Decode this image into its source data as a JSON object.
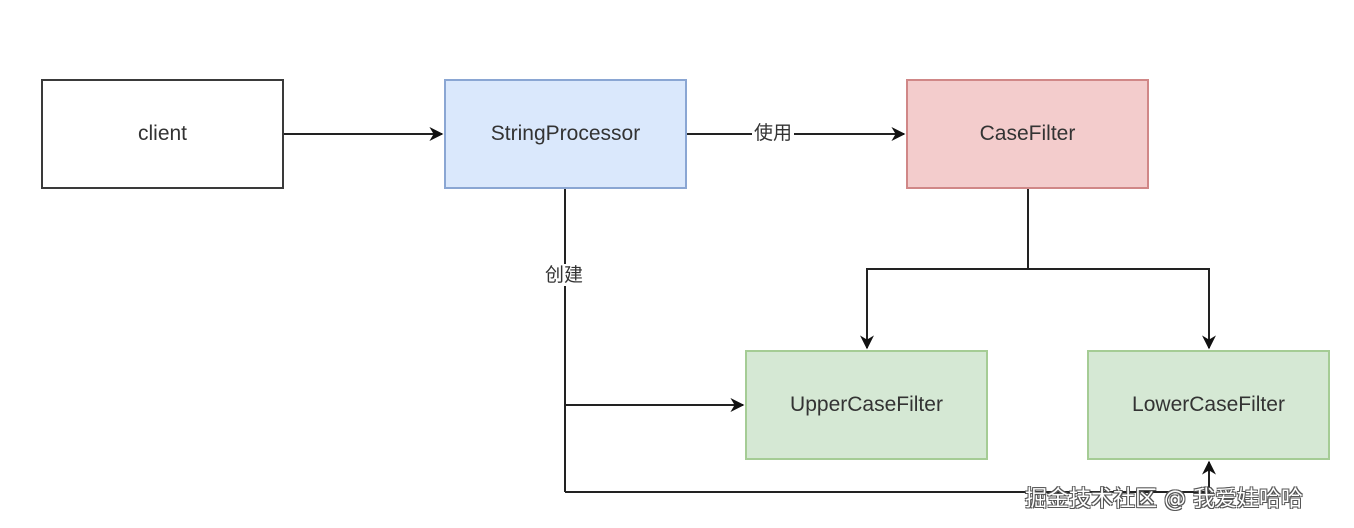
{
  "diagram": {
    "nodes": {
      "client": {
        "label": "client",
        "fill": "#ffffff",
        "stroke": "#3a3a3a"
      },
      "string_processor": {
        "label": "StringProcessor",
        "fill": "#dae8fc",
        "stroke": "#8aa6d3"
      },
      "case_filter": {
        "label": "CaseFilter",
        "fill": "#f3cccc",
        "stroke": "#d08787"
      },
      "upper_case_filter": {
        "label": "UpperCaseFilter",
        "fill": "#d5e8d4",
        "stroke": "#a5cc95"
      },
      "lower_case_filter": {
        "label": "LowerCaseFilter",
        "fill": "#d5e8d4",
        "stroke": "#a5cc95"
      }
    },
    "edges": [
      {
        "from": "client",
        "to": "StringProcessor",
        "label": ""
      },
      {
        "from": "StringProcessor",
        "to": "CaseFilter",
        "label": "使用"
      },
      {
        "from": "CaseFilter",
        "to": "UpperCaseFilter",
        "label": ""
      },
      {
        "from": "CaseFilter",
        "to": "LowerCaseFilter",
        "label": ""
      },
      {
        "from": "StringProcessor",
        "to": "UpperCaseFilter",
        "label": "创建"
      },
      {
        "from": "StringProcessor",
        "to": "LowerCaseFilter",
        "label": "创建"
      }
    ],
    "edge_labels": {
      "use": "使用",
      "create": "创建"
    }
  },
  "watermark": "掘金技术社区 @ 我爱娃哈哈"
}
